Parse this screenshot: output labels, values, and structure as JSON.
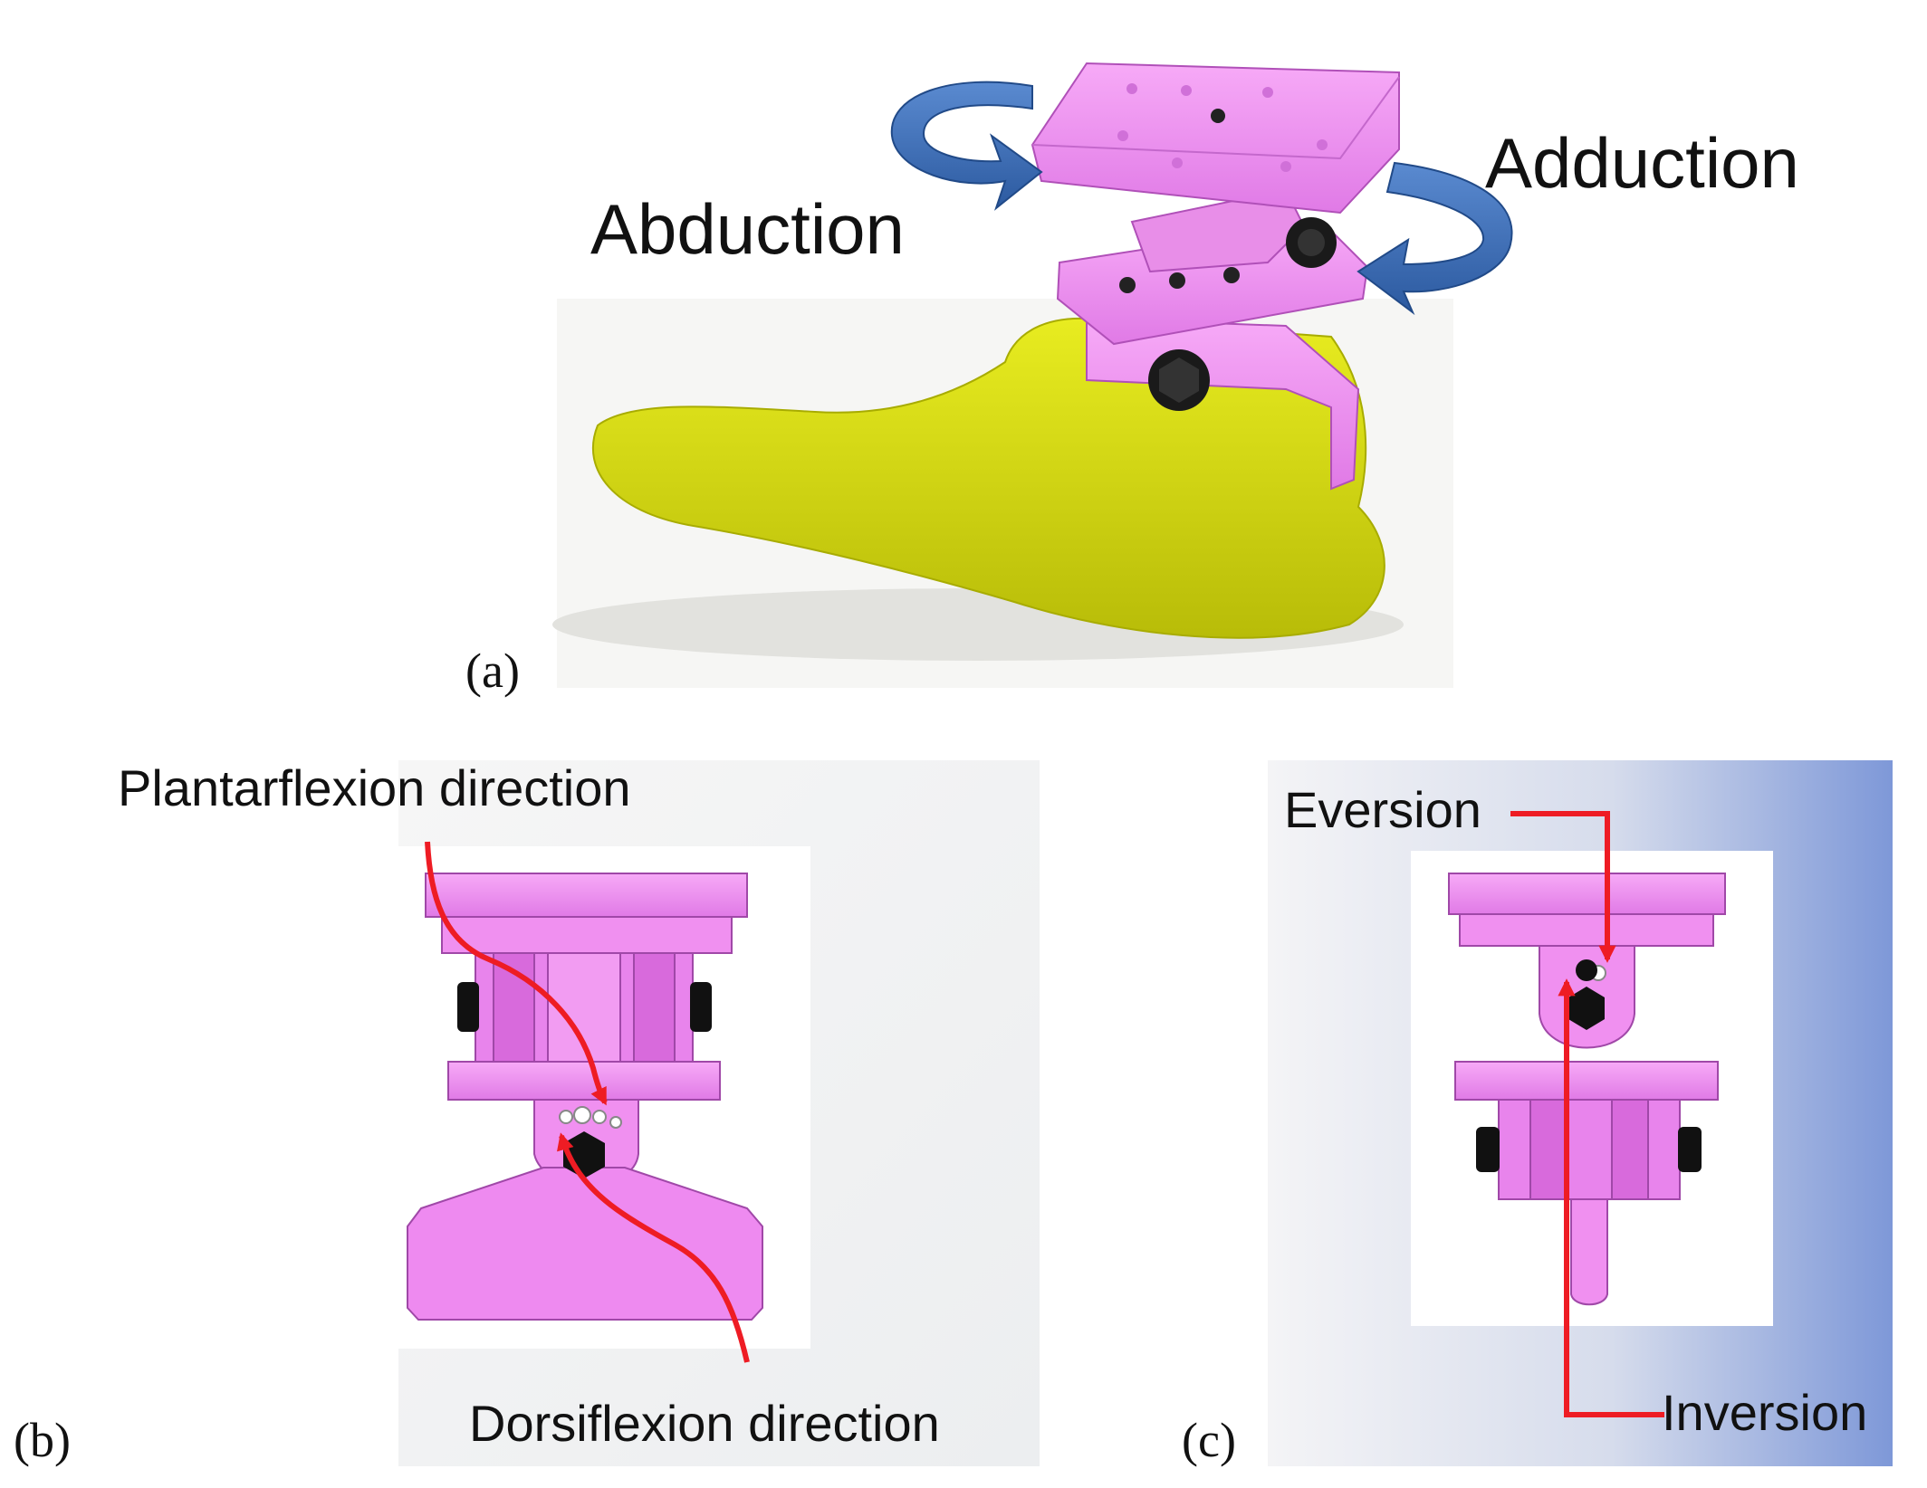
{
  "panels": {
    "a": {
      "label": "(a)",
      "annotations": {
        "abduction": "Abduction",
        "adduction": "Adduction"
      }
    },
    "b": {
      "label": "(b)",
      "annotations": {
        "plantarflexion": "Plantarflexion direction",
        "dorsiflexion": "Dorsiflexion direction"
      }
    },
    "c": {
      "label": "(c)",
      "annotations": {
        "eversion": "Eversion",
        "inversion": "Inversion"
      }
    }
  },
  "colors": {
    "part_pink": "#f08cf0",
    "part_pink_dark": "#c060c8",
    "foot_yellow": "#d8dc10",
    "rotation_arrow_blue": "#3a6cb8",
    "direction_arrow_red": "#ee1c24",
    "bolt_black": "#111111"
  }
}
